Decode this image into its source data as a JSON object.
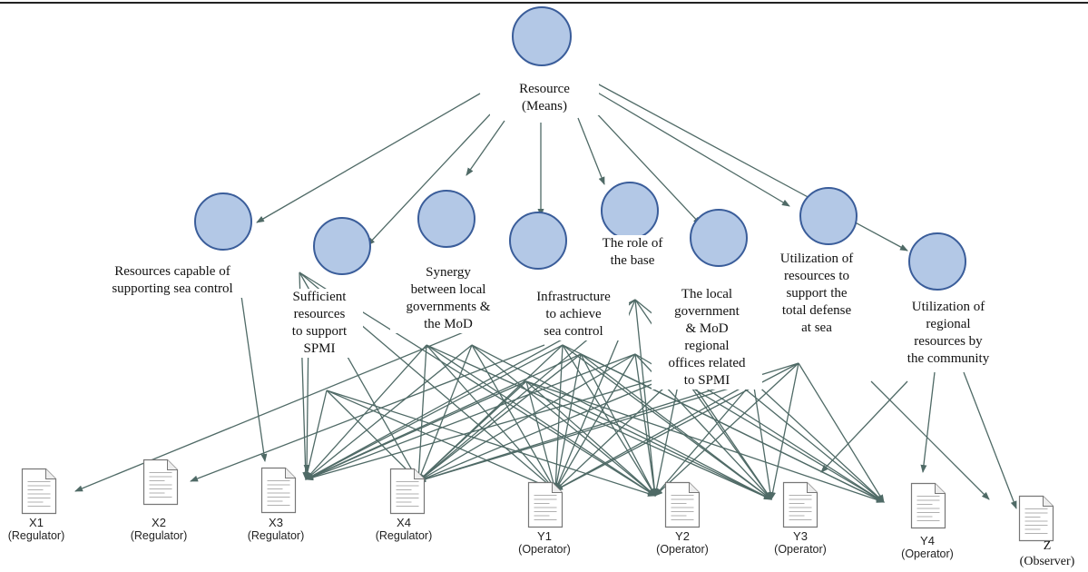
{
  "root": {
    "label_line1": "Resource",
    "label_line2": "(Means)"
  },
  "resources": [
    {
      "lines": [
        "Resources capable of",
        "supporting sea control"
      ]
    },
    {
      "lines": [
        "Sufficient",
        "resources",
        "to support",
        "SPMI"
      ]
    },
    {
      "lines": [
        "Synergy",
        "between local",
        "governments &",
        "the MoD"
      ]
    },
    {
      "lines": [
        "Infrastructure",
        "to achieve",
        "sea control"
      ]
    },
    {
      "lines": [
        "The role of",
        "the base"
      ]
    },
    {
      "lines": [
        "The local",
        "government",
        "& MoD",
        "regional",
        "offices related",
        "to SPMI"
      ]
    },
    {
      "lines": [
        "Utilization of",
        "resources to",
        "support the",
        "total defense",
        "at sea"
      ]
    },
    {
      "lines": [
        "Utilization of",
        "regional",
        "resources by",
        "the community"
      ]
    }
  ],
  "documents": [
    {
      "id": "X1",
      "role": "(Regulator)"
    },
    {
      "id": "X2",
      "role": "(Regulator)"
    },
    {
      "id": "X3",
      "role": "(Regulator)"
    },
    {
      "id": "X4",
      "role": "(Regulator)"
    },
    {
      "id": "Y1",
      "role": "(Operator)"
    },
    {
      "id": "Y2",
      "role": "(Operator)"
    },
    {
      "id": "Y3",
      "role": "(Operator)"
    },
    {
      "id": "Y4",
      "role": "(Operator)"
    },
    {
      "id": "Z",
      "role": "(Observer)"
    }
  ],
  "colors": {
    "circle_fill": "#b3c8e6",
    "circle_stroke": "#3a5d9a",
    "edge": "#4f6a66",
    "doc_stroke": "#777777"
  }
}
